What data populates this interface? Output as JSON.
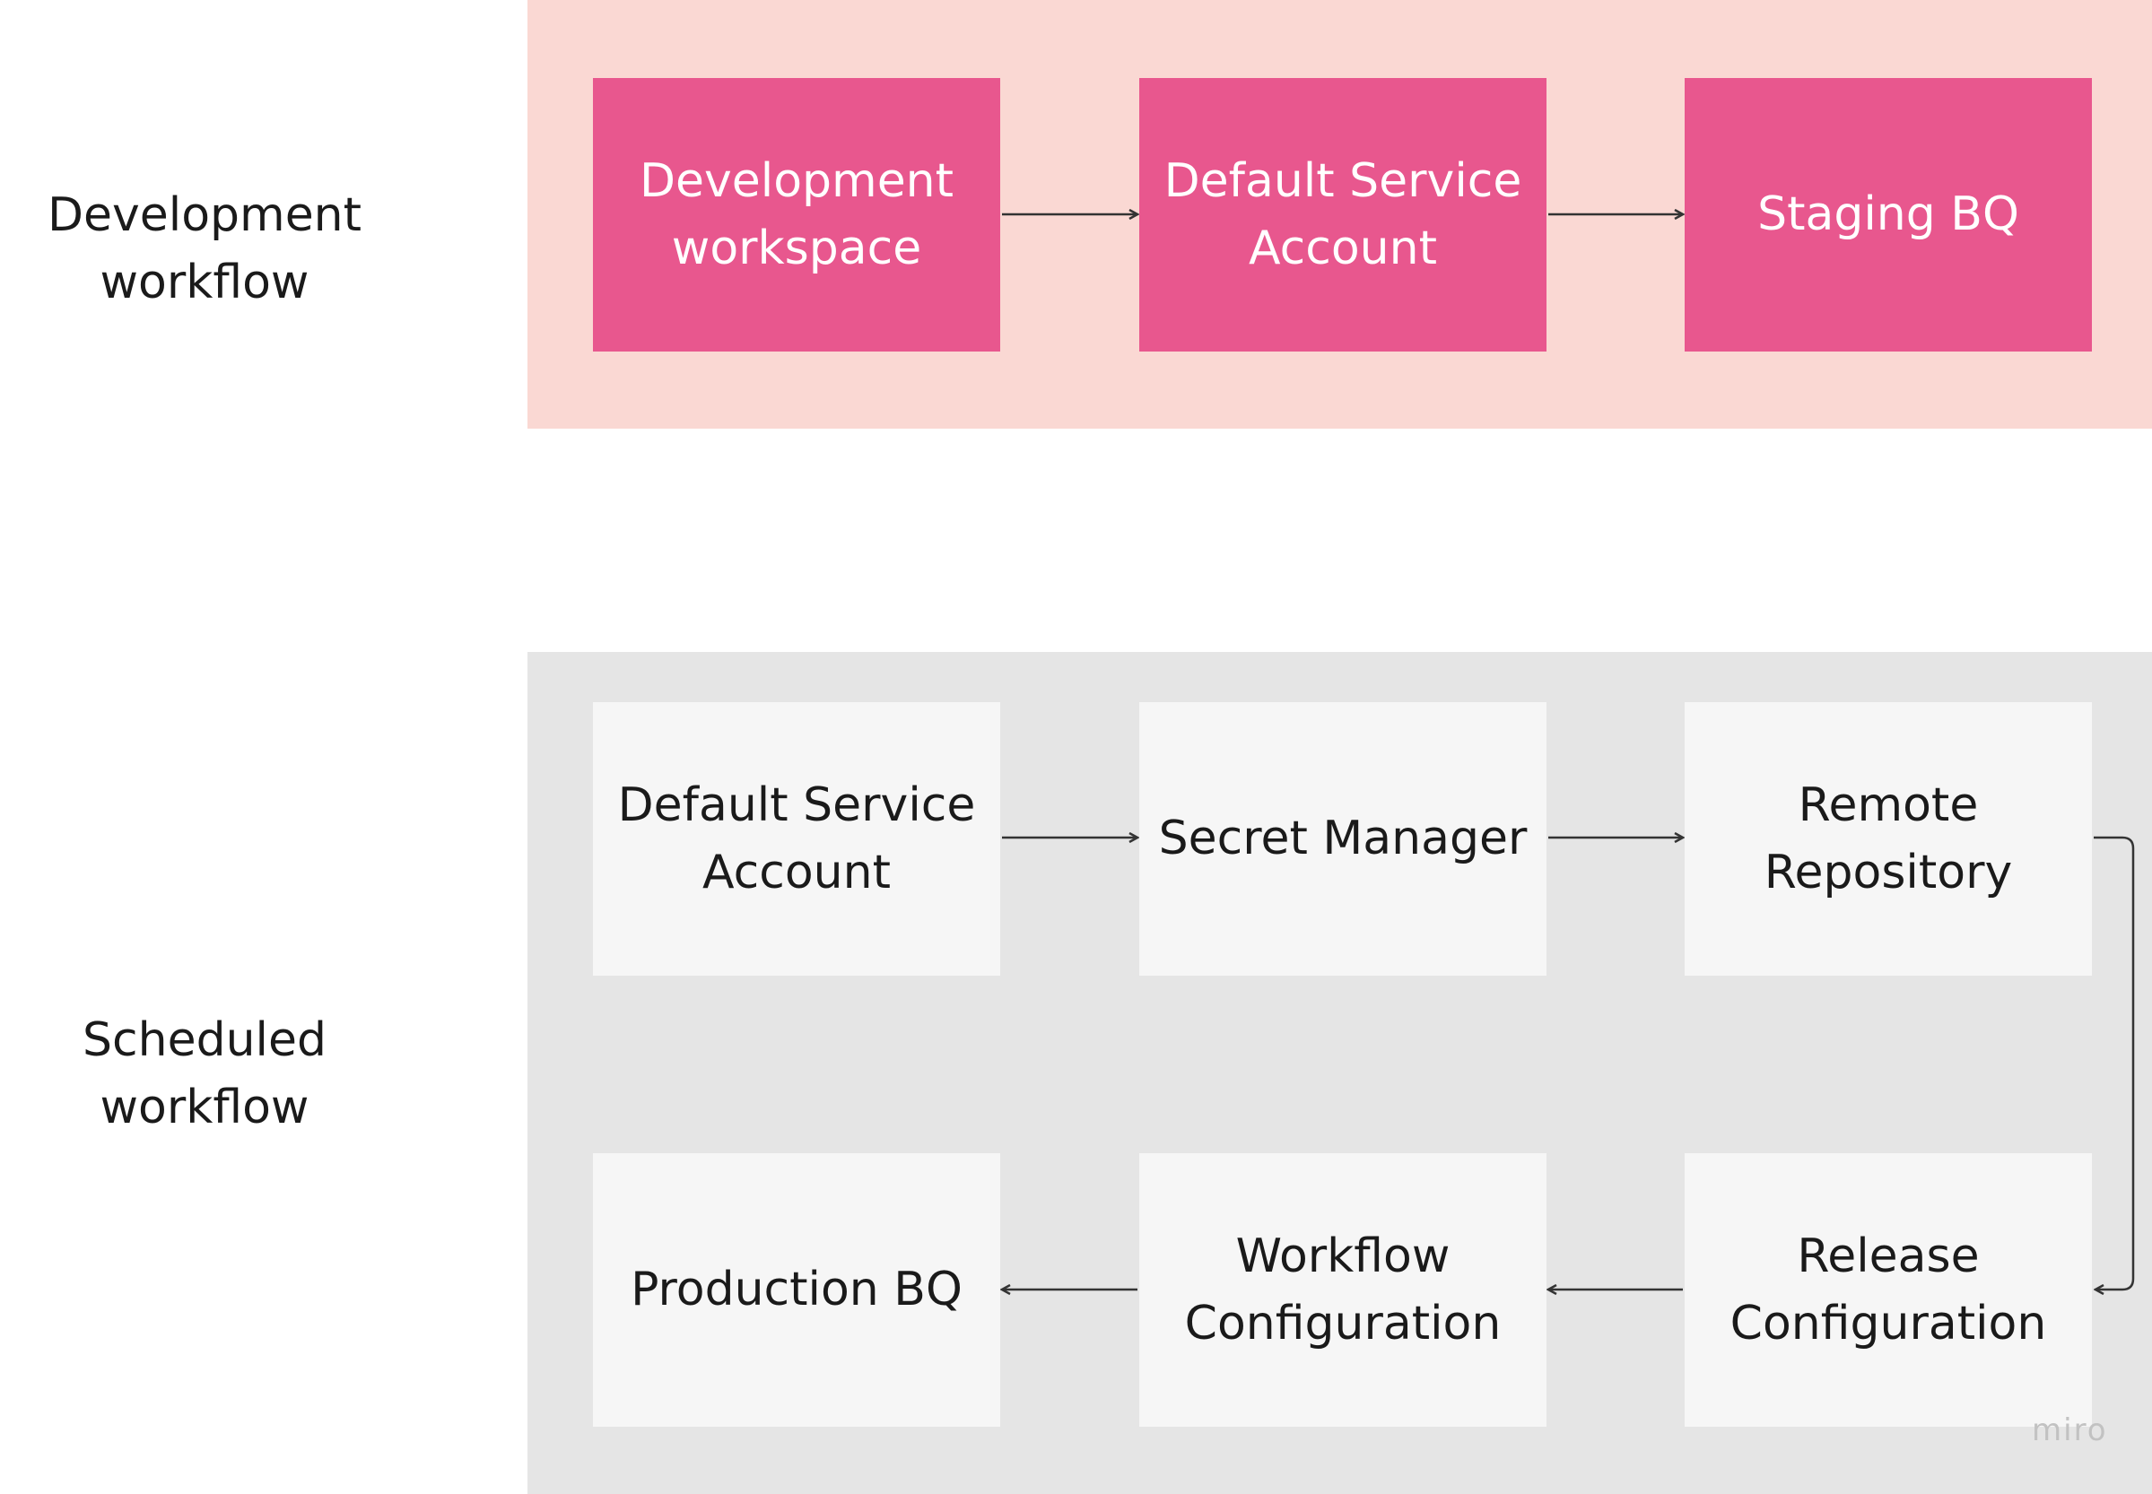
{
  "lanes": {
    "development": {
      "label": "Development workflow"
    },
    "scheduled": {
      "label": "Scheduled workflow"
    }
  },
  "nodes": {
    "dev_workspace": "Development workspace",
    "dev_default_service_account": "Default Service Account",
    "staging_bq": "Staging BQ",
    "sched_default_service_account": "Default Service Account",
    "secret_manager": "Secret Manager",
    "remote_repository": "Remote Repository",
    "production_bq": "Production BQ",
    "workflow_configuration": "Workflow Configuration",
    "release_configuration": "Release Configuration"
  },
  "watermark": "miro",
  "colors": {
    "dev_band": "#fad8d3",
    "sched_band": "#e5e5e5",
    "dev_node": "#e8578e",
    "sched_node": "#f6f6f6",
    "arrow": "#333333"
  }
}
